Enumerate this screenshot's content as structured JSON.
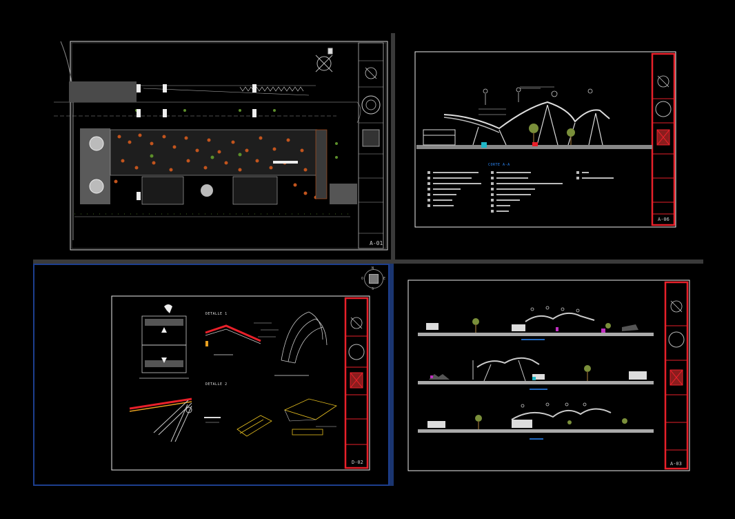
{
  "viewports": {
    "top_left": {
      "sheet_id": "A-01"
    },
    "top_right": {
      "sheet_id": "A-06",
      "section_title": "CORTE A-A"
    },
    "bottom_left": {
      "sheet_id": "D-02",
      "detail_1": "DETALLE 1",
      "detail_2": "DETALLE 2"
    },
    "bottom_right": {
      "sheet_id": "A-03"
    }
  },
  "viewcube": {
    "north": "N",
    "south": "S",
    "east": "E",
    "west": "O"
  },
  "colors": {
    "background": "#000000",
    "sheet_border": "#e8e8e8",
    "title_block": "#e8202a",
    "active_viewport": "#1d3f8f",
    "annotation_blue": "#2e8cff"
  }
}
